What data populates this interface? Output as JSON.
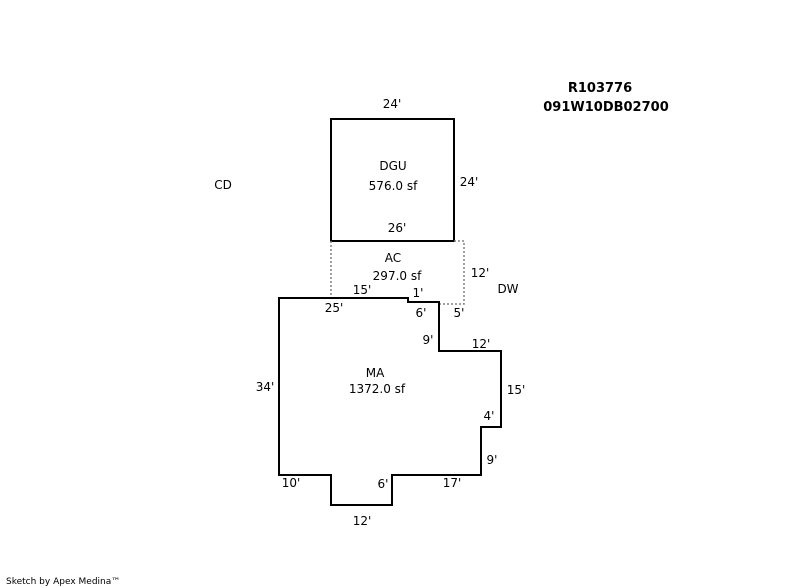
{
  "header": {
    "parcel_id": "R103776",
    "map_id": "091W10DB02700"
  },
  "footer": {
    "credit": "Sketch by Apex Medina™"
  },
  "annotations": {
    "cd": "CD",
    "dw": "DW"
  },
  "areas": {
    "dgu": {
      "code": "DGU",
      "area": "576.0 sf"
    },
    "ac": {
      "code": "AC",
      "area": "297.0 sf"
    },
    "ma": {
      "code": "MA",
      "area": "1372.0 sf"
    }
  },
  "dimensions": {
    "dgu_top": "24'",
    "dgu_right": "24'",
    "dgu_bottom": "26'",
    "ac_right": "12'",
    "ac_left_top": "15'",
    "ac_notch_top": "1'",
    "ac_bottom_right": "5'",
    "ma_top": "25'",
    "ma_notch_drop": "6'",
    "ma_step_down": "9'",
    "ma_step_right": "12'",
    "ma_right": "15'",
    "ma_step_in": "4'",
    "ma_lower_right": "9'",
    "ma_bottom_right": "17'",
    "ma_bottom_notch": "6'",
    "ma_bottom_left": "10'",
    "ma_bottom": "12'",
    "ma_left": "34'"
  }
}
